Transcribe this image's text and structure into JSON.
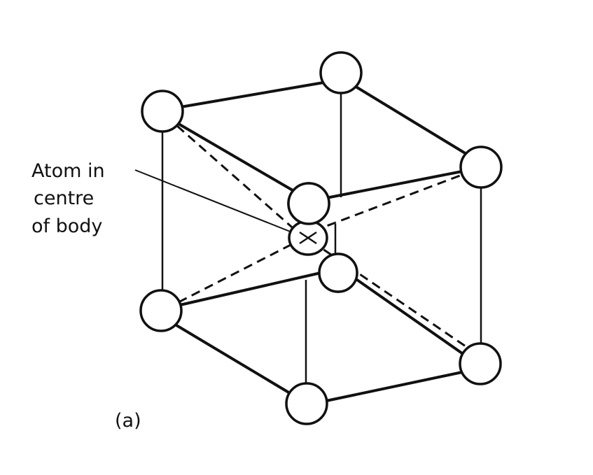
{
  "diagram": {
    "label": {
      "line1": "Atom in",
      "line2": "centre",
      "line3": "of body"
    },
    "panel_label": "(a)"
  }
}
